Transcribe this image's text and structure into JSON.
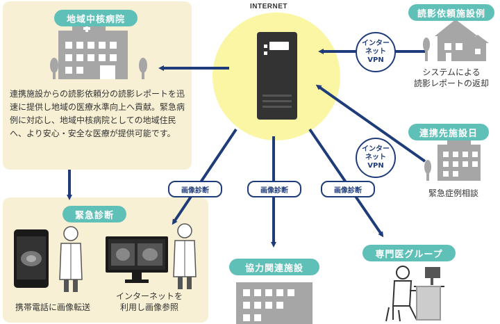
{
  "colors": {
    "navy": "#1f3c7a",
    "teal": "#5fc0b8",
    "panel": "#f8f0d4",
    "yellow_circle": "#fbf6a4",
    "building_gray": "#a6a6a6"
  },
  "internet_label": "INTERNET",
  "regional_hospital": {
    "title": "地域中核病院",
    "description": "連携施設からの読影依頼分の読影レポートを迅速に提供し地域の医療水準向上へ貢献。緊急病例に対応し、地域中核病院としての地域住民へ、より安心・安全な医療が提供可能です。",
    "icon": "hospital-building-icon"
  },
  "emergency": {
    "title": "緊急診断",
    "mobile_caption": "携帯電話に画像転送",
    "monitor_caption_line1": "インターネットを",
    "monitor_caption_line2": "利用し画像参照"
  },
  "reading_request_facility": {
    "title": "読影依頼施設例",
    "caption_line1": "システムによる",
    "caption_line2": "読影レポートの返却"
  },
  "partner_facility": {
    "title": "連携先施設日",
    "caption": "緊急症例相談"
  },
  "cooperating_facility": {
    "title": "協力関連施設"
  },
  "specialist_group": {
    "title": "専門医グループ"
  },
  "vpn_label": {
    "line1": "インター",
    "line2": "ネット",
    "line3": "VPN"
  },
  "image_diagnosis_label": "画像診断"
}
